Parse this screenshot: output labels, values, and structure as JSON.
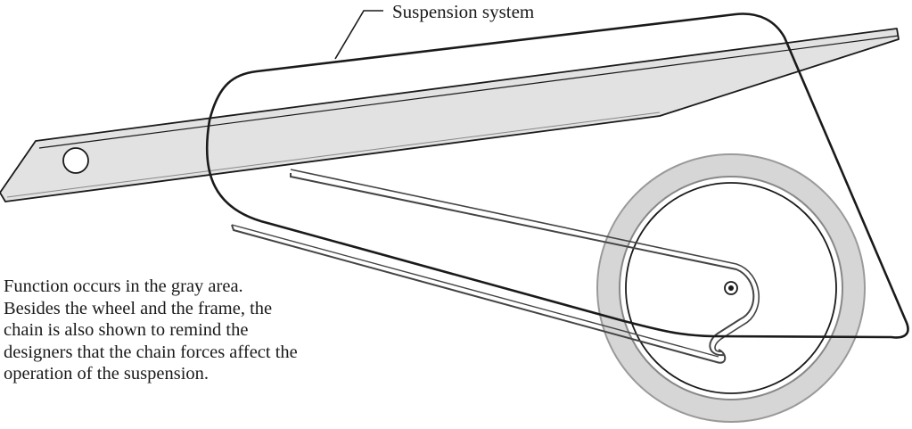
{
  "diagram": {
    "callout": {
      "label": "Suspension system"
    },
    "caption": {
      "lines": [
        "Function occurs in the gray area.",
        "Besides the wheel and the frame, the",
        "chain is also shown to remind the",
        "designers that the chain forces affect the",
        "operation of the suspension."
      ]
    },
    "colors": {
      "outline": "#1a1a1a",
      "frame_fill": "#e2e2e2",
      "tire_fill": "#d6d6d6",
      "tire_outline": "#9a9a9a",
      "chain_stroke": "#444444"
    }
  }
}
